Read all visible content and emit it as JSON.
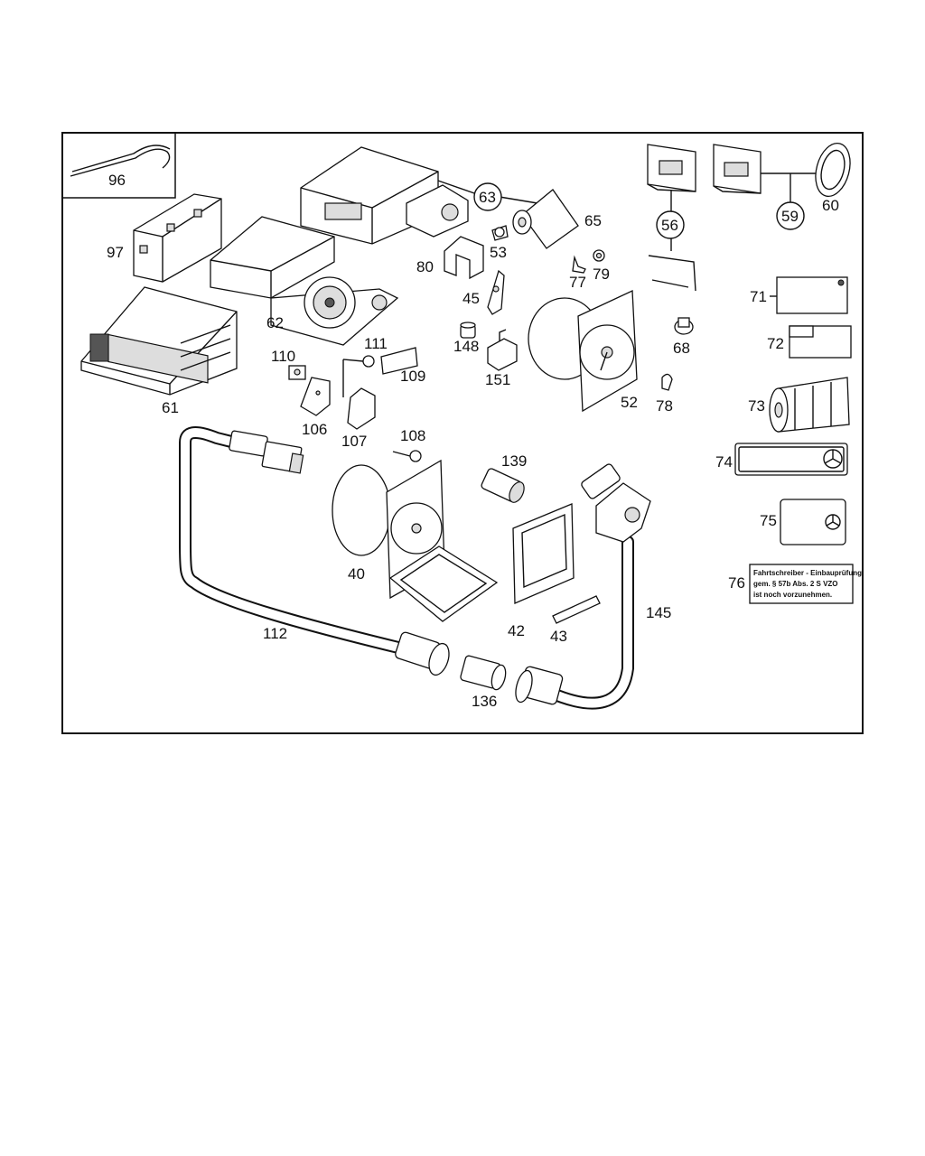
{
  "parts": {
    "p96": "96",
    "p97": "97",
    "p61": "61",
    "p62": "62",
    "p63": "63",
    "p65": "65",
    "p53": "53",
    "p80": "80",
    "p45": "45",
    "p148": "148",
    "p151": "151",
    "p77": "77",
    "p79": "79",
    "p56": "56",
    "p59": "59",
    "p60": "60",
    "p52": "52",
    "p68": "68",
    "p78": "78",
    "p110": "110",
    "p111": "111",
    "p109": "109",
    "p106": "106",
    "p107": "107",
    "p108": "108",
    "p139": "139",
    "p40": "40",
    "p112": "112",
    "p42": "42",
    "p43": "43",
    "p145": "145",
    "p136": "136",
    "p71": "71",
    "p72": "72",
    "p73": "73",
    "p74": "74",
    "p75": "75",
    "p76": "76"
  },
  "label76": {
    "line1": "Fahrtschreiber - Einbauprüfung",
    "line2": "gem. § 57b Abs. 2 S VZO",
    "line3": "ist noch vorzunehmen."
  }
}
